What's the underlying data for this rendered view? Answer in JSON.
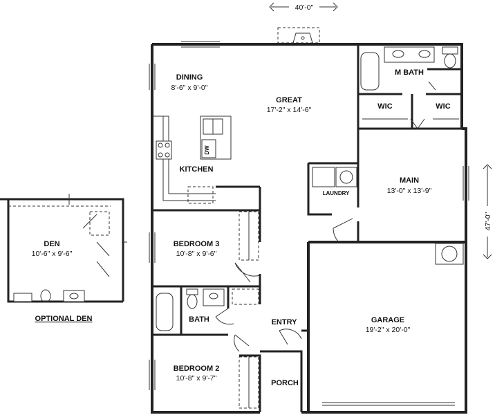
{
  "plan": {
    "overall_width": "40'-0\"",
    "overall_depth": "47'-0\""
  },
  "rooms": {
    "dining": {
      "name": "DINING",
      "size": "8'-6\" x 9'-0\""
    },
    "great": {
      "name": "GREAT",
      "size": "17'-2\" x 14'-6\""
    },
    "kitchen": {
      "name": "KITCHEN"
    },
    "dw": "DW",
    "m_bath": {
      "name": "M BATH"
    },
    "wic_left": "WIC",
    "wic_right": "WIC",
    "main": {
      "name": "MAIN",
      "size": "13'-0\" x 13'-9\""
    },
    "laundry": "LAUNDRY",
    "bedroom3": {
      "name": "BEDROOM 3",
      "size": "10'-8\" x 9'-6\""
    },
    "bath": {
      "name": "BATH"
    },
    "entry": {
      "name": "ENTRY"
    },
    "bedroom2": {
      "name": "BEDROOM 2",
      "size": "10'-8\" x 9'-7\""
    },
    "porch": {
      "name": "PORCH"
    },
    "garage": {
      "name": "GARAGE",
      "size": "19'-2\" x 20'-0\""
    }
  },
  "optional_den": {
    "room_name": "DEN",
    "room_size": "10'-6\" x 9'-6\"",
    "caption": "OPTIONAL DEN"
  }
}
